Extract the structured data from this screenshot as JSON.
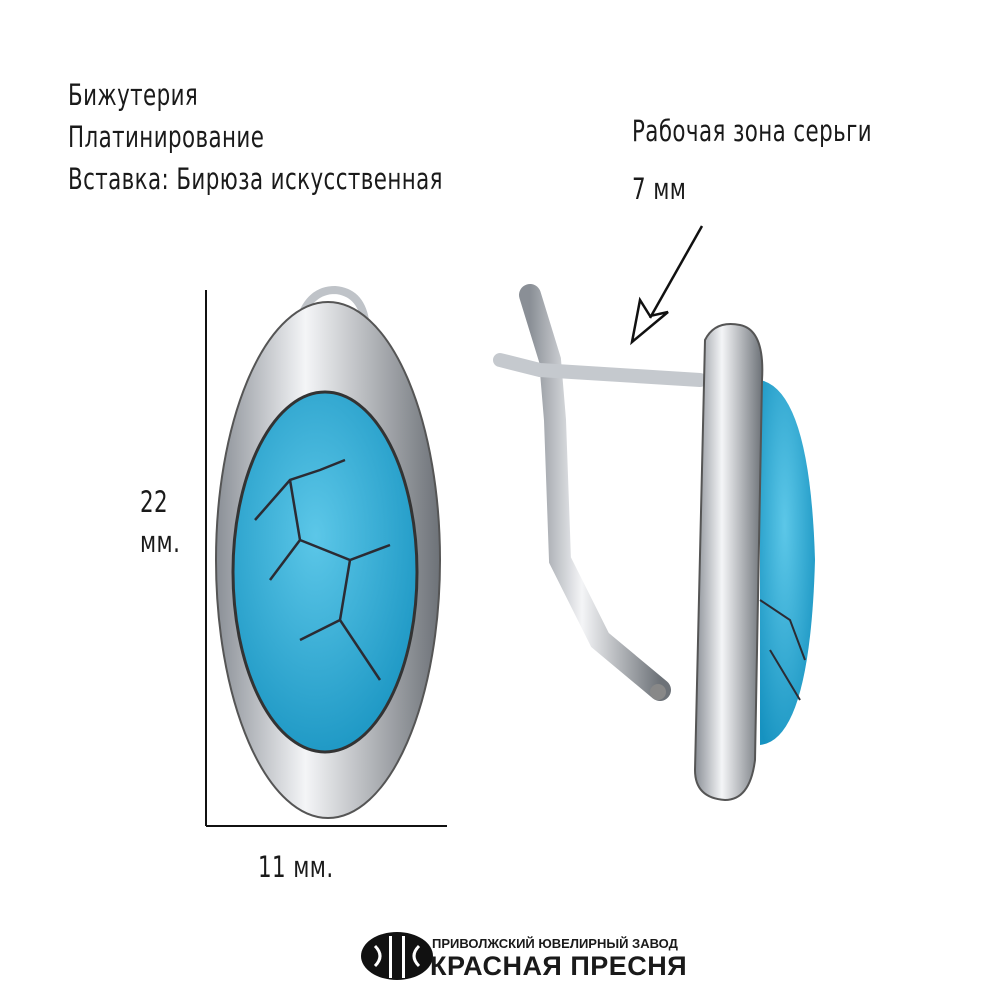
{
  "specs": {
    "line1": "Бижутерия",
    "line2": "Платинирование",
    "line3": "Вставка: Бирюза искусственная"
  },
  "work_zone": {
    "label": "Рабочая зона серьги",
    "value": "7 мм"
  },
  "dimensions": {
    "height_value": "22",
    "height_unit": "мм.",
    "width": "11 мм."
  },
  "logo": {
    "subtitle": "ПРИВОЛЖСКИЙ ЮВЕЛИРНЫЙ ЗАВОД",
    "title": "КРАСНАЯ ПРЕСНЯ"
  },
  "colors": {
    "turquoise": "#2aa9d2",
    "silver": "#c9cdd2"
  }
}
